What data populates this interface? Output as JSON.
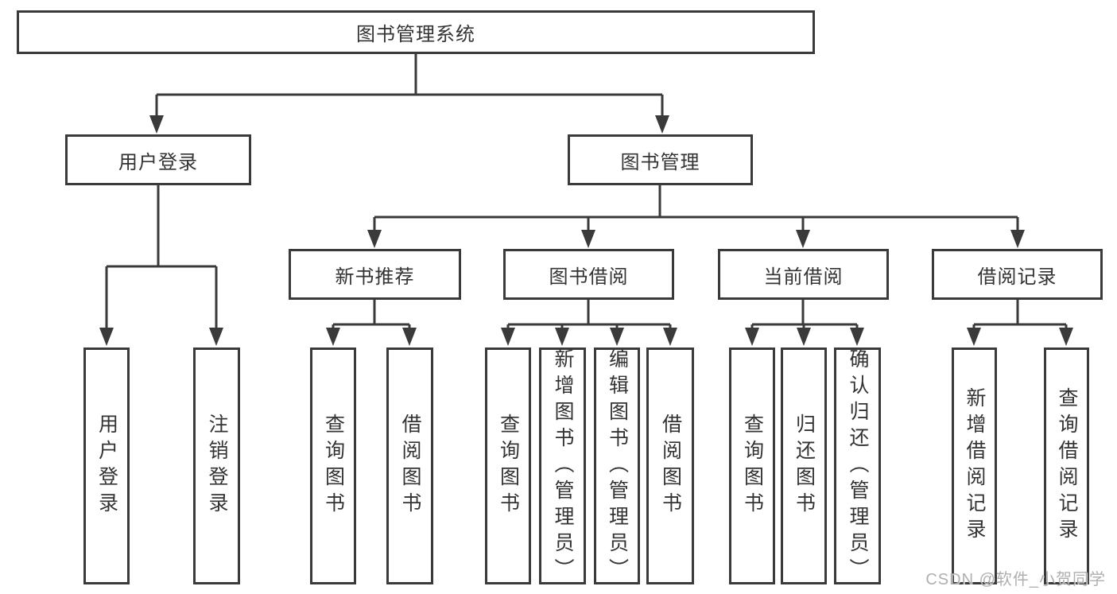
{
  "colors": {
    "line": "#3a3a3a",
    "border": "#3a3a3a",
    "text": "#333333",
    "watermark": "#a8a8a8",
    "background": "#ffffff"
  },
  "tree": {
    "root": "图书管理系统",
    "children": [
      {
        "label": "用户登录",
        "children": [
          "用户登录",
          "注销登录"
        ]
      },
      {
        "label": "图书管理",
        "children": [
          {
            "label": "新书推荐",
            "children": [
              "查询图书",
              "借阅图书"
            ]
          },
          {
            "label": "图书借阅",
            "children": [
              "查询图书",
              "新增图书（管理员）",
              "编辑图书（管理员）",
              "借阅图书"
            ]
          },
          {
            "label": "当前借阅",
            "children": [
              "查询图书",
              "归还图书",
              "确认归还（管理员）"
            ]
          },
          {
            "label": "借阅记录",
            "children": [
              "新增借阅记录",
              "查询借阅记录"
            ]
          }
        ]
      }
    ]
  },
  "watermark": "CSDN @软件_小贺同学"
}
